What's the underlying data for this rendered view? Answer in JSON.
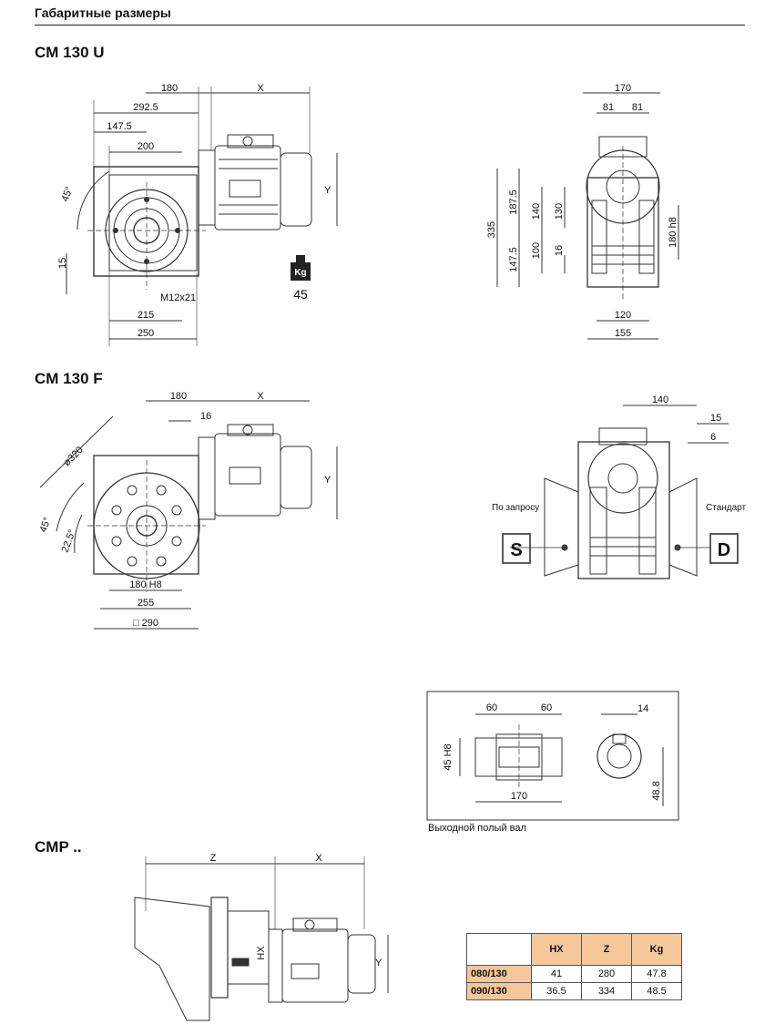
{
  "header": {
    "title": "Габаритные размеры"
  },
  "sections": {
    "cmu": "CM 130 U",
    "cmf": "CM 130 F",
    "cmp": "CMP .."
  },
  "cmu": {
    "dim_180": "180",
    "dim_x": "X",
    "dim_292": "292.5",
    "dim_147": "147.5",
    "dim_200": "200",
    "dim_45deg": "45°",
    "dim_15": "15",
    "dim_m12": "M12x21",
    "dim_215": "215",
    "dim_250": "250",
    "dim_y": "Y",
    "weight": "45",
    "kg": "Kg",
    "side_170": "170",
    "side_81a": "81",
    "side_81b": "81",
    "side_335": "335",
    "side_1875": "187.5",
    "side_1475": "147.5",
    "side_140": "140",
    "side_130": "130",
    "side_100": "100",
    "side_16": "16",
    "side_180h8": "180 h8",
    "side_120": "120",
    "side_155": "155"
  },
  "cmf": {
    "dim_180": "180",
    "dim_x": "X",
    "dim_16": "16",
    "dim_320": "ø320",
    "dim_45deg": "45°",
    "dim_225": "22.5°",
    "dim_180h8": "180 H8",
    "dim_255": "255",
    "dim_290": "□ 290",
    "dim_y": "Y",
    "side_140": "140",
    "side_15": "15",
    "side_6": "6",
    "label_left": "По запросу",
    "label_right": "Стандарт",
    "s": "S",
    "d": "D"
  },
  "hollow": {
    "d60a": "60",
    "d60b": "60",
    "d45": "45 H8",
    "d170": "170",
    "d14": "14",
    "d488": "48.8",
    "caption": "Выходной полый вал"
  },
  "cmp": {
    "z": "Z",
    "x": "X",
    "hx": "HX",
    "y": "Y"
  },
  "table": {
    "headers": [
      "HX",
      "Z",
      "Kg"
    ],
    "rows": [
      {
        "name": "080/130",
        "hx": "41",
        "z": "280",
        "kg": "47.8"
      },
      {
        "name": "090/130",
        "hx": "36.5",
        "z": "334",
        "kg": "48.5"
      }
    ]
  }
}
